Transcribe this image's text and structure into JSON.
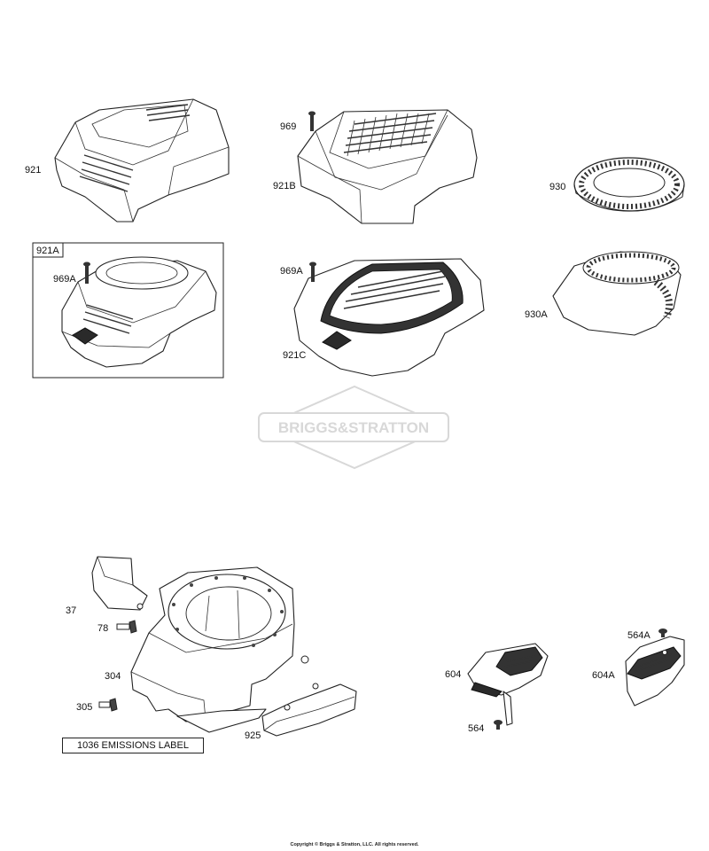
{
  "labels": {
    "p921": "921",
    "p921B": "921B",
    "p969": "969",
    "p930": "930",
    "p921A_box": "921A",
    "p969A_left": "969A",
    "p969A_mid": "969A",
    "p921C": "921C",
    "p930A": "930A",
    "p37": "37",
    "p78": "78",
    "p304": "304",
    "p305": "305",
    "p925": "925",
    "p604": "604",
    "p564": "564",
    "p564A": "564A",
    "p604A": "604A"
  },
  "emissions_label": "1036 EMISSIONS LABEL",
  "watermark": "BRIGGS&STRATTON",
  "copyright": "Copyright © Briggs & Stratton, LLC. All rights reserved.",
  "colors": {
    "line": "#222222",
    "watermark": "#d8d8d8",
    "fill": "#ffffff"
  }
}
